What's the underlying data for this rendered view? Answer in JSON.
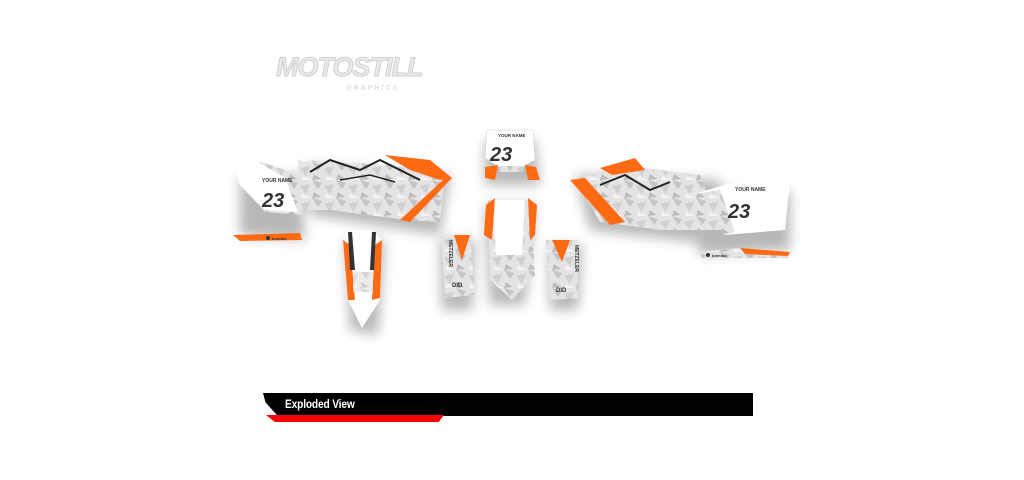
{
  "logo": {
    "main": "MOTOSTILL",
    "sub": "GRAPHICS"
  },
  "kit": {
    "rider_name": "YOUR NAME",
    "race_number": "23",
    "sponsors": {
      "tyre": "METZELER",
      "chain": "DID",
      "brakes": "brembo"
    }
  },
  "banner": {
    "title": "Exploded View"
  },
  "colors": {
    "accent": "#ff6a13",
    "camo": "#c8c8c8",
    "banner": "#000000",
    "banner_stripe": "#ff0000"
  }
}
